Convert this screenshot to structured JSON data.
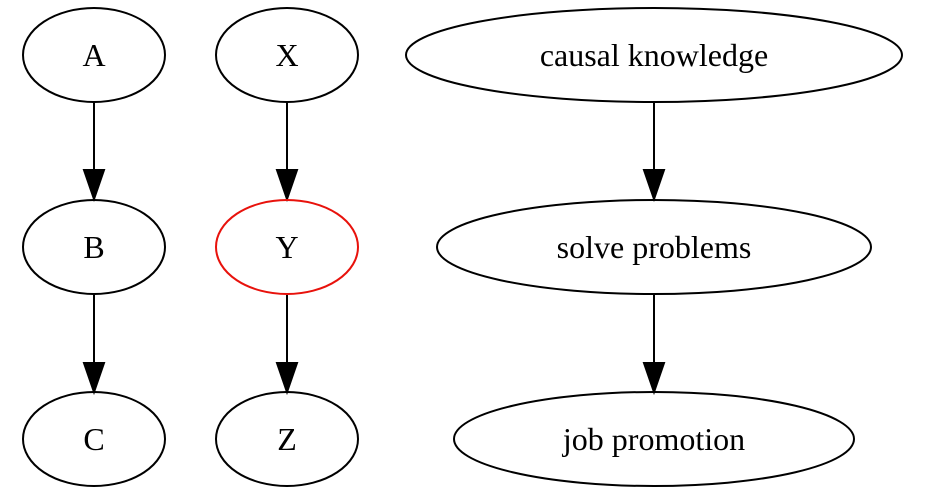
{
  "diagram": {
    "nodes": [
      {
        "id": "A",
        "label": "A",
        "highlighted": false
      },
      {
        "id": "B",
        "label": "B",
        "highlighted": false
      },
      {
        "id": "C",
        "label": "C",
        "highlighted": false
      },
      {
        "id": "X",
        "label": "X",
        "highlighted": false
      },
      {
        "id": "Y",
        "label": "Y",
        "highlighted": true
      },
      {
        "id": "Z",
        "label": "Z",
        "highlighted": false
      },
      {
        "id": "ck",
        "label": "causal knowledge",
        "highlighted": false
      },
      {
        "id": "sp",
        "label": "solve problems",
        "highlighted": false
      },
      {
        "id": "jp",
        "label": "job promotion",
        "highlighted": false
      }
    ],
    "edges": [
      {
        "from": "A",
        "to": "B"
      },
      {
        "from": "B",
        "to": "C"
      },
      {
        "from": "X",
        "to": "Y"
      },
      {
        "from": "Y",
        "to": "Z"
      },
      {
        "from": "ck",
        "to": "sp"
      },
      {
        "from": "sp",
        "to": "jp"
      }
    ],
    "colors": {
      "stroke": "#000000",
      "highlight": "#e8120c"
    }
  }
}
